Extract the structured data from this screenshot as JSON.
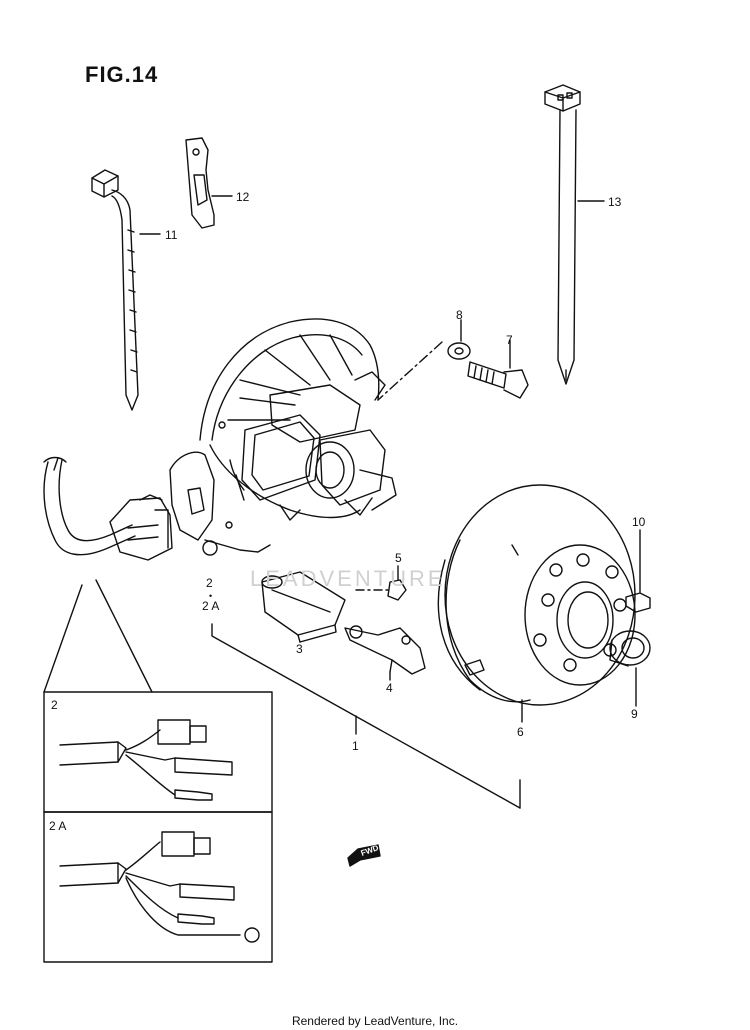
{
  "figure": {
    "title": "FIG.14"
  },
  "callouts": [
    {
      "id": "11",
      "text": "11"
    },
    {
      "id": "12",
      "text": "12"
    },
    {
      "id": "13",
      "text": "13"
    },
    {
      "id": "8",
      "text": "8"
    },
    {
      "id": "7",
      "text": "7"
    },
    {
      "id": "5",
      "text": "5"
    },
    {
      "id": "10",
      "text": "10"
    },
    {
      "id": "2",
      "text": "2"
    },
    {
      "id": "2A",
      "text": "2 A"
    },
    {
      "id": "3",
      "text": "3"
    },
    {
      "id": "4",
      "text": "4"
    },
    {
      "id": "1",
      "text": "1"
    },
    {
      "id": "6",
      "text": "6"
    },
    {
      "id": "9",
      "text": "9"
    }
  ],
  "insets": [
    {
      "label": "2"
    },
    {
      "label": "2 A"
    }
  ],
  "direction_marker": {
    "text": "FWD"
  },
  "watermark": "LEADVENTURE",
  "footer": "Rendered by LeadVenture, Inc.",
  "colors": {
    "ink": "#111111",
    "watermark": "#d0d0d0"
  }
}
